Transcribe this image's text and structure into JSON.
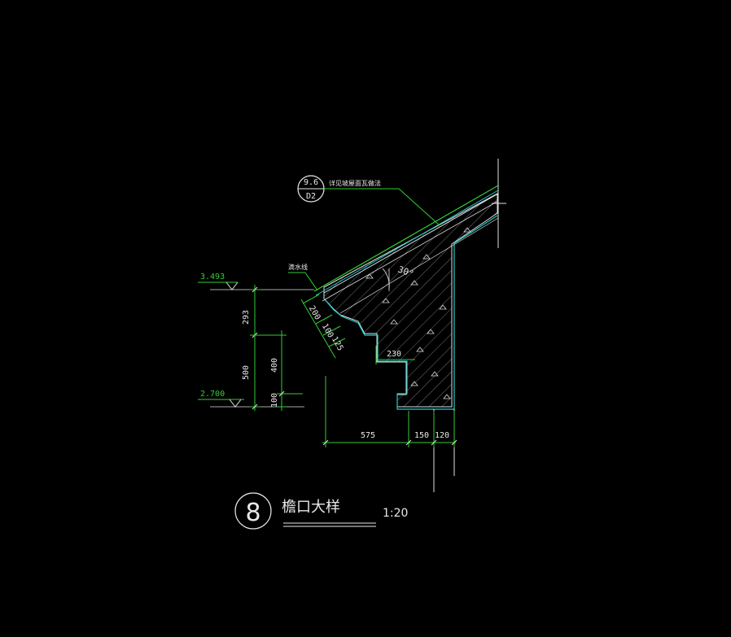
{
  "drawing": {
    "detail_number": "8",
    "title": "檐口大样",
    "scale": "1:20",
    "ref_symbol": {
      "top": "9.6",
      "bottom": "D2"
    },
    "ref_note": "详见坡屋面瓦做法",
    "drip_note": "滴水线",
    "angle_label": "30°",
    "elevations": [
      "3.493",
      "2.700"
    ],
    "dims_vertical": [
      "293",
      "500",
      "400",
      "100"
    ],
    "dims_slanted": [
      "200",
      "100",
      "125"
    ],
    "dims_horizontal": [
      "230",
      "575",
      "150",
      "120"
    ]
  },
  "colors": {
    "background": "#000000",
    "line_green": "#33cc33",
    "line_cyan": "#22cccc",
    "text_white": "#e8e8e8",
    "hatch": "#cfcfcf"
  }
}
